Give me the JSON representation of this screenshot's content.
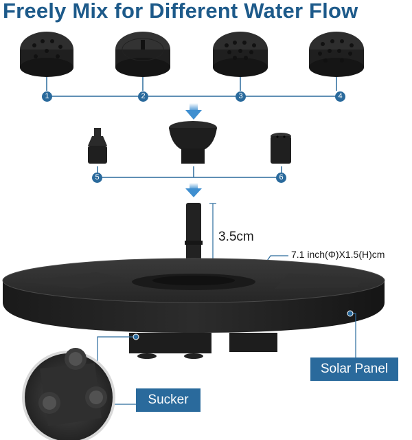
{
  "title": "Freely Mix for Different Water Flow",
  "nozzle_numbers": [
    "1",
    "2",
    "3",
    "4",
    "5",
    "6"
  ],
  "dimension_height": "3.5cm",
  "dimension_size": "7.1 inch(Φ)X1.5(H)cm",
  "callouts": {
    "solar_panel": "Solar Panel",
    "sucker": "Sucker"
  },
  "colors": {
    "accent": "#2a6a9c",
    "title": "#1d5a8a",
    "product": "#1b1b1b"
  }
}
